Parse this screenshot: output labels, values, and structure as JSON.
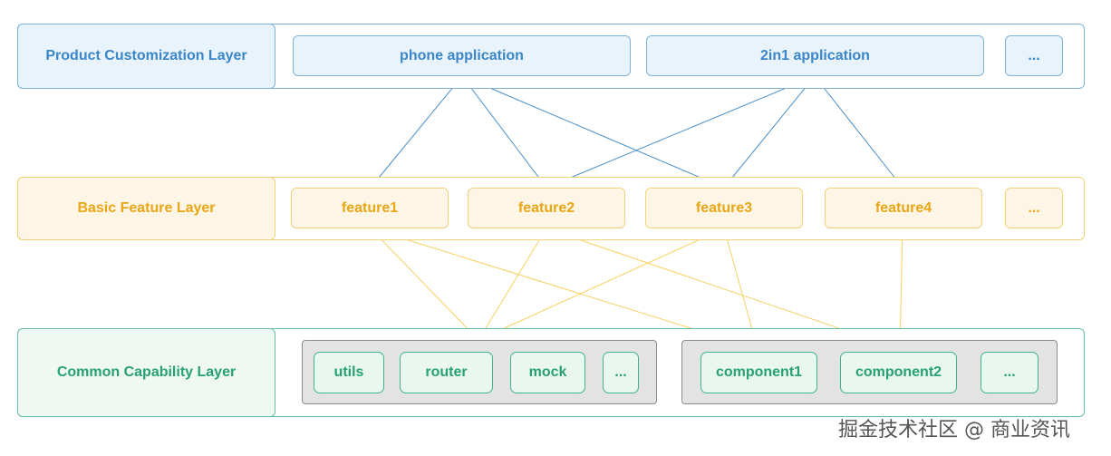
{
  "layers": {
    "product": {
      "label": "Product Customization Layer",
      "items": [
        "phone application",
        "2in1 application",
        "..."
      ]
    },
    "feature": {
      "label": "Basic Feature Layer",
      "items": [
        "feature1",
        "feature2",
        "feature3",
        "feature4",
        "..."
      ]
    },
    "capability": {
      "label": "Common Capability Layer",
      "group1": [
        "utils",
        "router",
        "mock",
        "..."
      ],
      "group2": [
        "component1",
        "component2",
        "..."
      ]
    }
  },
  "edges": {
    "product_to_feature": [
      [
        "phone application",
        "feature1"
      ],
      [
        "phone application",
        "feature2"
      ],
      [
        "phone application",
        "feature3"
      ],
      [
        "2in1 application",
        "feature2"
      ],
      [
        "2in1 application",
        "feature3"
      ],
      [
        "2in1 application",
        "feature4"
      ]
    ],
    "feature_to_capability": [
      [
        "feature1",
        "group1"
      ],
      [
        "feature1",
        "component1"
      ],
      [
        "feature2",
        "group1"
      ],
      [
        "feature2",
        "component2"
      ],
      [
        "feature3",
        "group1"
      ],
      [
        "feature3",
        "component1"
      ],
      [
        "feature4",
        "component2"
      ]
    ]
  },
  "colors": {
    "product": "#3a86c8",
    "product_edge": "#4a8fc9",
    "feature": "#eaa614",
    "feature_edge": "#f5d262",
    "capability": "#27a173"
  },
  "watermark": "掘金技术社区 @ 商业资讯"
}
